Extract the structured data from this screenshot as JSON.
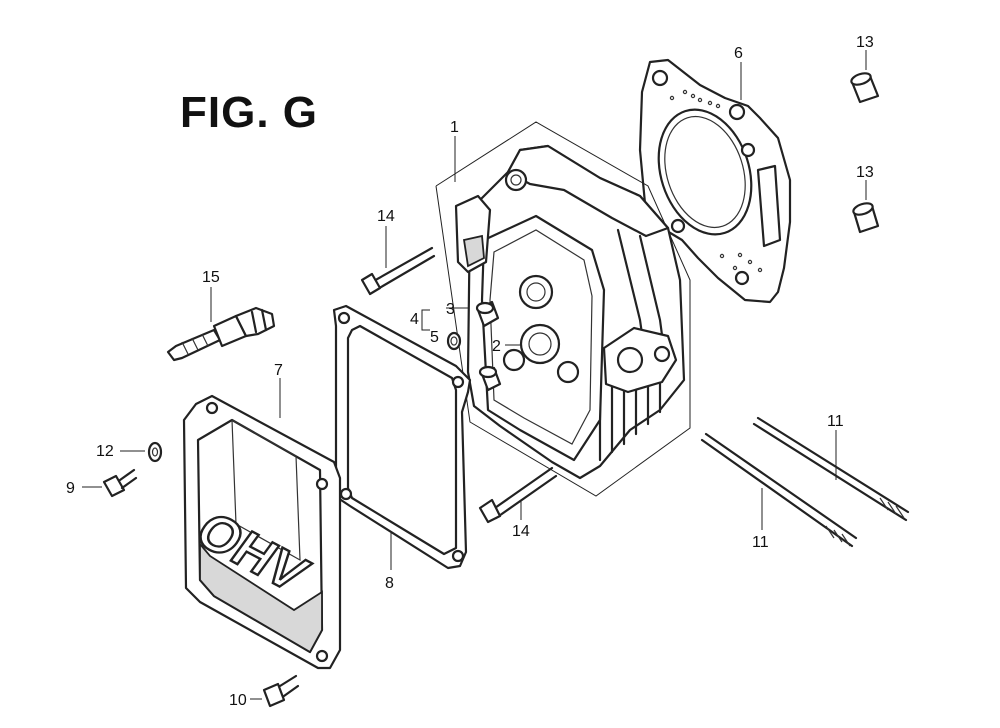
{
  "figure": {
    "title": "FIG. G",
    "cover_lettering": "OHV",
    "labels": {
      "p1": "1",
      "p2": "2",
      "p3": "3",
      "p4": "4",
      "p5": "5",
      "p6": "6",
      "p7": "7",
      "p8": "8",
      "p9": "9",
      "p10": "10",
      "p11a": "11",
      "p11b": "11",
      "p12": "12",
      "p13a": "13",
      "p13b": "13",
      "p14a": "14",
      "p14b": "14",
      "p15": "15"
    }
  }
}
